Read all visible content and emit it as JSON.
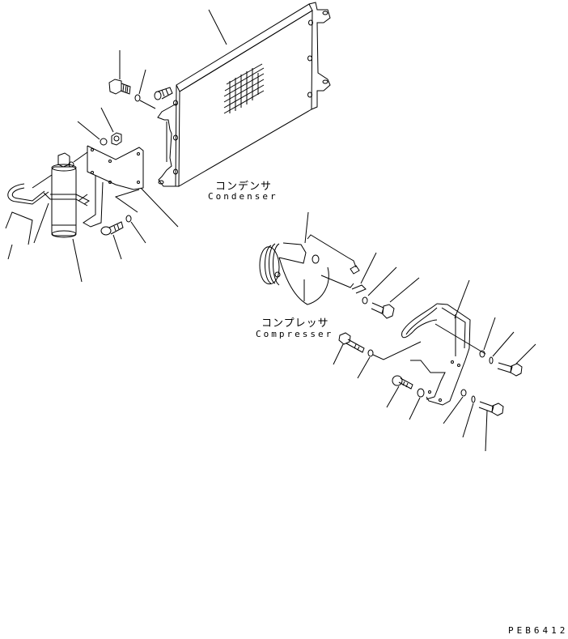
{
  "diagram": {
    "type": "exploded-parts-diagram",
    "background": "#ffffff",
    "line_color": "#000000",
    "components": [
      {
        "id": "condenser",
        "label_jp": "コンデンサ",
        "label_en": "Condenser"
      },
      {
        "id": "compressor",
        "label_jp": "コンプレッサ",
        "label_en": "Compresser"
      },
      {
        "id": "receiver-drier"
      },
      {
        "id": "drier-bracket"
      },
      {
        "id": "compressor-bracket"
      },
      {
        "id": "u-bolt-clamp"
      }
    ],
    "figure_code": "PEB6412"
  }
}
